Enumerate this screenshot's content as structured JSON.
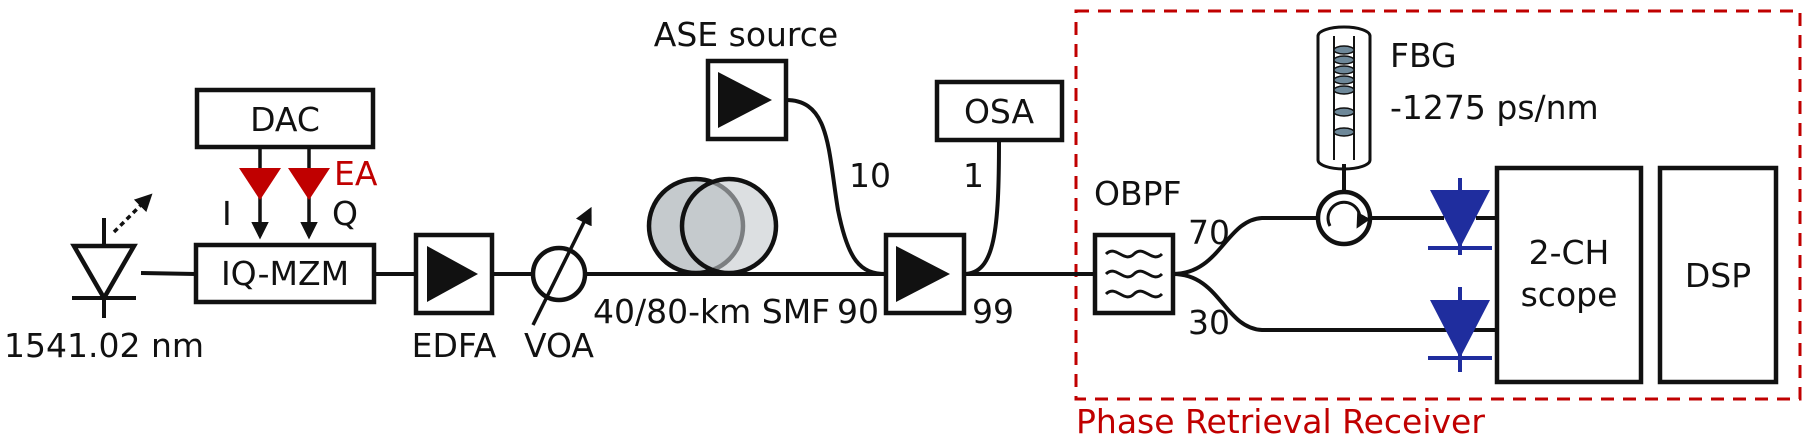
{
  "colors": {
    "ink": "#111111",
    "accent_red": "#c00000",
    "detector_blue": "#1f2d9e",
    "fiber_gray": "#c5cacd"
  },
  "labels": {
    "laser_wavelength": "1541.02 nm",
    "dac": "DAC",
    "modulator": "IQ-MZM",
    "amplifier_label": "EA",
    "i_arm": "I",
    "q_arm": "Q",
    "edfa": "EDFA",
    "voa": "VOA",
    "fiber_span": "40/80-km SMF",
    "ase_source": "ASE source",
    "coupler1_in10": "10",
    "coupler1_in90": "90",
    "osa": "OSA",
    "coupler2_out1": "1",
    "coupler2_out99": "99",
    "obpf": "OBPF",
    "split_70": "70",
    "split_30": "30",
    "fbg": "FBG",
    "fbg_dispersion": "-1275 ps/nm",
    "scope_line1": "2-CH",
    "scope_line2": "scope",
    "dsp": "DSP",
    "receiver_title": "Phase Retrieval Receiver"
  }
}
